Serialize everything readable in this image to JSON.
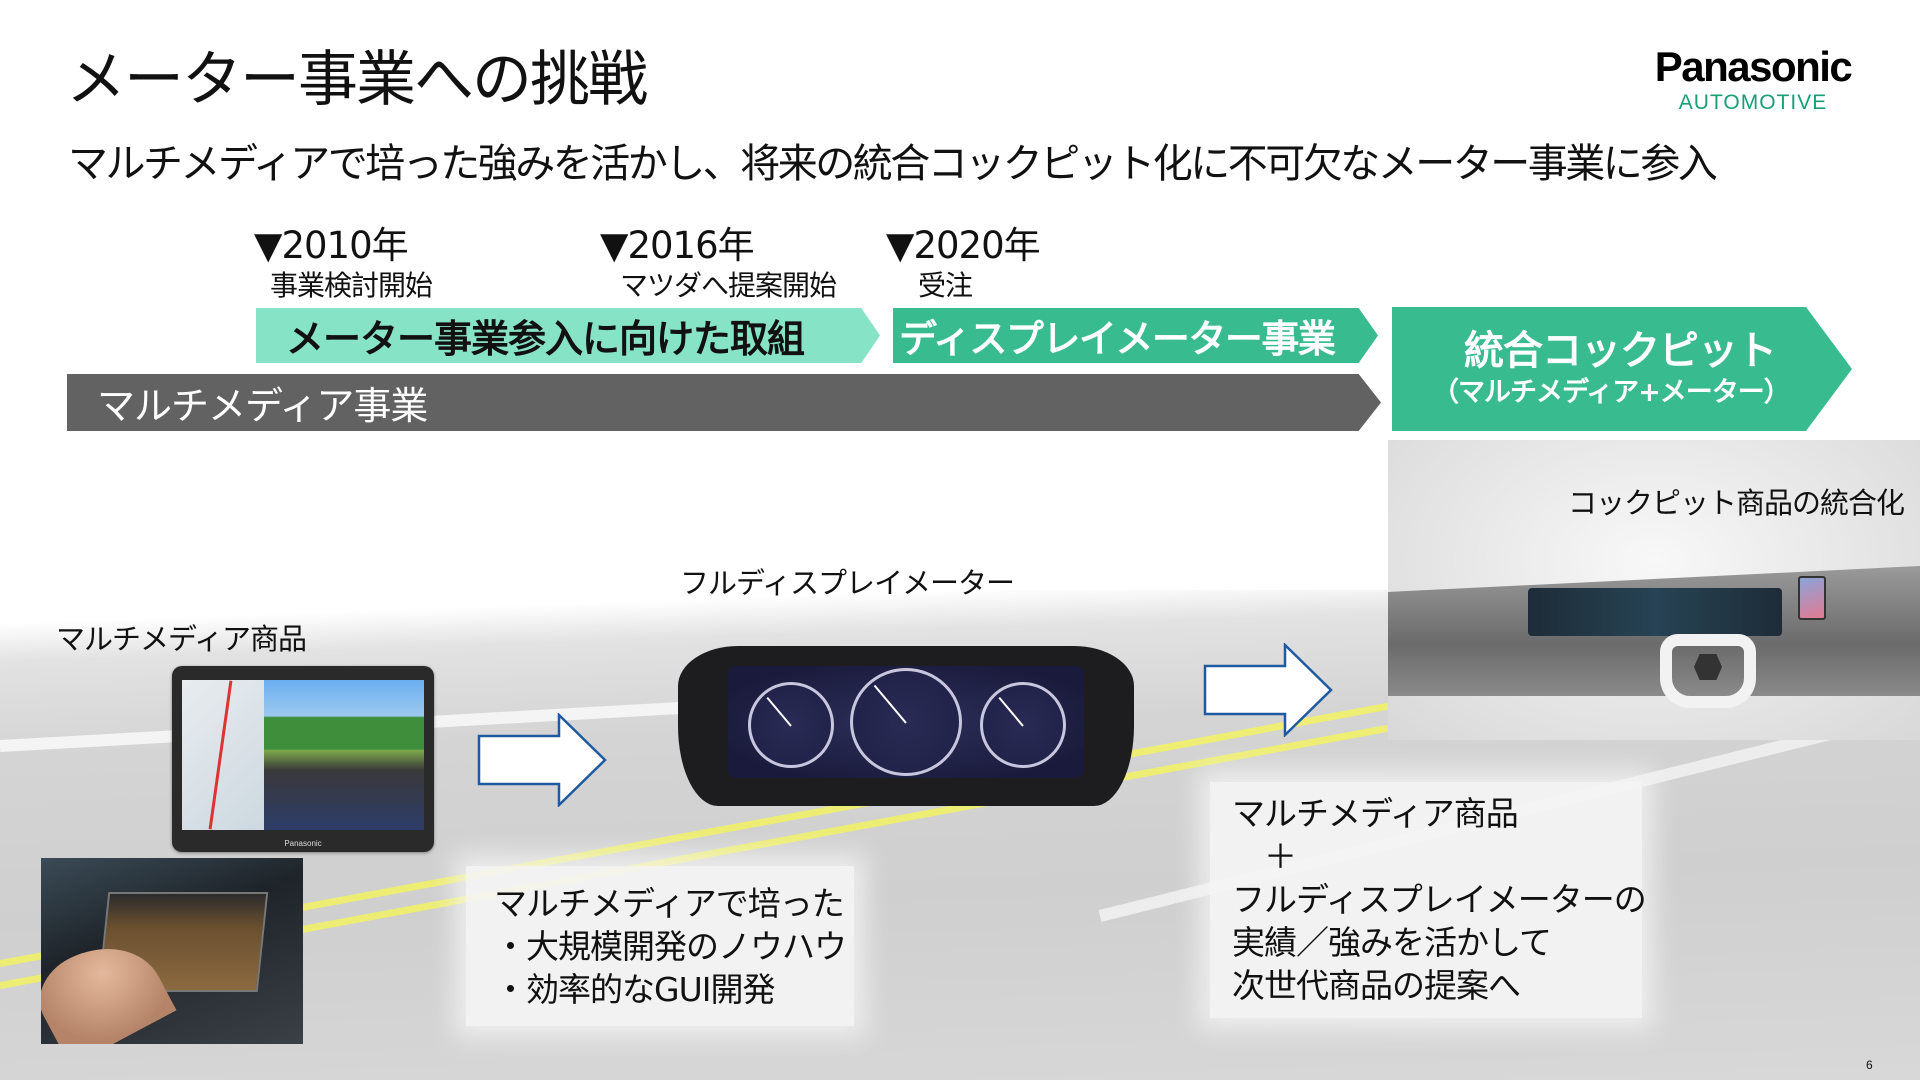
{
  "header": {
    "title": "メーター事業への挑戦",
    "subtitle": "マルチメディアで培った強みを活かし、将来の統合コックピット化に不可欠なメーター事業に参入"
  },
  "logo": {
    "brand": "Panasonic",
    "division": "AUTOMOTIVE",
    "division_color": "#1a9e78"
  },
  "timeline": {
    "milestones": [
      {
        "year": "▼2010年",
        "event": "事業検討開始"
      },
      {
        "year": "▼2016年",
        "event": "マツダへ提案開始"
      },
      {
        "year": "▼2020年",
        "event": "受注"
      }
    ],
    "bars": {
      "preparation": {
        "label": "メーター事業参入に向けた取組",
        "color": "#86e3c6"
      },
      "display_meter": {
        "label": "ディスプレイメーター事業",
        "color": "#38bb8f"
      },
      "multimedia": {
        "label": "マルチメディア事業",
        "color": "#626262"
      },
      "integrated_cockpit": {
        "line1": "統合コックピット",
        "line2": "（マルチメディア+メーター）",
        "color": "#38bb8f"
      }
    }
  },
  "products": {
    "multimedia": {
      "label": "マルチメディア商品",
      "navi_brand": "Panasonic"
    },
    "meter": {
      "label": "フルディスプレイメーター"
    },
    "cockpit": {
      "label": "コックピット商品の統合化"
    }
  },
  "notes": {
    "strengths": {
      "lines": [
        "マルチメディアで培った",
        "・大規模開発のノウハウ",
        "・効率的なGUI開発"
      ]
    },
    "next": {
      "lines": [
        "マルチメディア商品",
        "　＋",
        "フルディスプレイメーターの",
        "実績／強みを活かして",
        "次世代商品の提案へ"
      ]
    }
  },
  "arrows": {
    "stroke_color": "#1f5aa0",
    "fill_color": "#ffffff"
  },
  "page": {
    "number": "6"
  }
}
